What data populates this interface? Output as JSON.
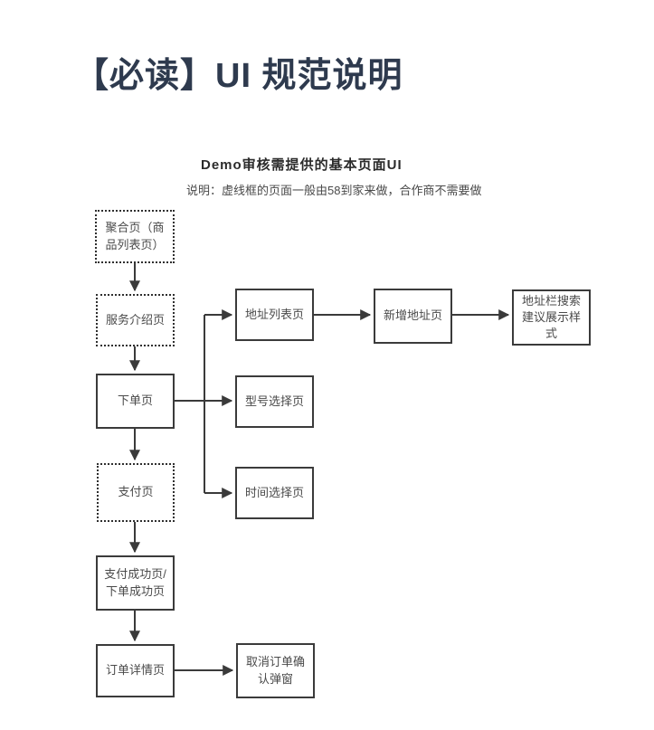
{
  "page": {
    "title": "【必读】UI 规范说明",
    "title_color": "#2e3a4e",
    "background_color": "#ffffff"
  },
  "diagram": {
    "heading": "Demo审核需提供的基本页面UI",
    "note": "说明：虚线框的页面一般由58到家来做，合作商不需要做",
    "line_color": "#3a3a3a",
    "node_text_color": "#4a4a4a",
    "dotted_meaning": "虚线框的页面一般由58到家来做，合作商不需要做",
    "nodes": [
      {
        "id": "aggregate-page",
        "label": "聚合页（商品列表页）",
        "border": "dotted"
      },
      {
        "id": "service-intro-page",
        "label": "服务介绍页",
        "border": "dotted"
      },
      {
        "id": "order-page",
        "label": "下单页",
        "border": "solid"
      },
      {
        "id": "payment-page",
        "label": "支付页",
        "border": "dotted"
      },
      {
        "id": "payment-success-page",
        "label": "支付成功页/下单成功页",
        "border": "solid"
      },
      {
        "id": "order-detail-page",
        "label": "订单详情页",
        "border": "solid"
      },
      {
        "id": "address-list-page",
        "label": "地址列表页",
        "border": "solid"
      },
      {
        "id": "model-select-page",
        "label": "型号选择页",
        "border": "solid"
      },
      {
        "id": "time-select-page",
        "label": "时间选择页",
        "border": "solid"
      },
      {
        "id": "cancel-order-confirm-dialog",
        "label": "取消订单确认弹窗",
        "border": "solid"
      },
      {
        "id": "add-address-page",
        "label": "新增地址页",
        "border": "solid"
      },
      {
        "id": "address-search-suggest-style",
        "label": "地址栏搜索建议展示样式",
        "border": "solid"
      }
    ],
    "edges": [
      {
        "from": "aggregate-page",
        "to": "service-intro-page"
      },
      {
        "from": "service-intro-page",
        "to": "order-page"
      },
      {
        "from": "order-page",
        "to": "payment-page"
      },
      {
        "from": "payment-page",
        "to": "payment-success-page"
      },
      {
        "from": "payment-success-page",
        "to": "order-detail-page"
      },
      {
        "from": "order-page",
        "to": "address-list-page"
      },
      {
        "from": "order-page",
        "to": "model-select-page"
      },
      {
        "from": "order-page",
        "to": "time-select-page"
      },
      {
        "from": "address-list-page",
        "to": "add-address-page"
      },
      {
        "from": "add-address-page",
        "to": "address-search-suggest-style"
      },
      {
        "from": "order-detail-page",
        "to": "cancel-order-confirm-dialog"
      }
    ]
  }
}
